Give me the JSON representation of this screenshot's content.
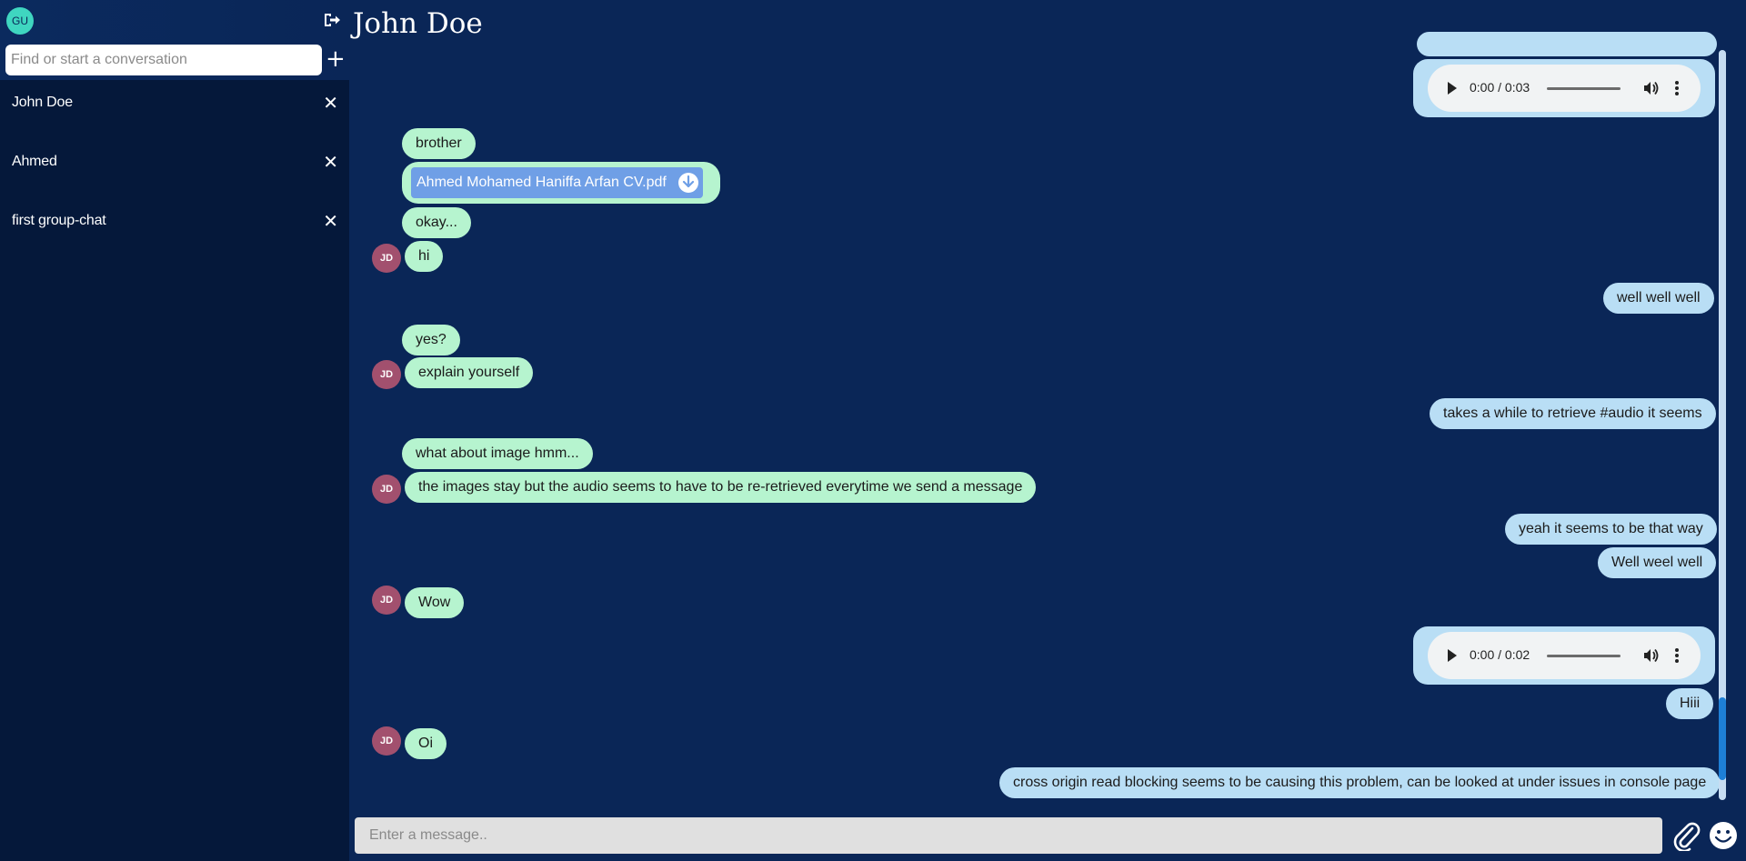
{
  "user": {
    "initials": "GU"
  },
  "search": {
    "placeholder": "Find or start a conversation"
  },
  "conversations": [
    {
      "name": "John Doe"
    },
    {
      "name": "Ahmed"
    },
    {
      "name": "first group-chat"
    }
  ],
  "chat": {
    "title": "John Doe",
    "contact_initials": "JD",
    "audio_1_time": "0:00 / 0:03",
    "audio_2_time": "0:00 / 0:02",
    "file_name": "Ahmed Mohamed Haniffa Arfan CV.pdf",
    "messages": {
      "m_brother": "brother",
      "m_okay": "okay...",
      "m_hi": "hi",
      "m_wellwell": "well well well",
      "m_yes": "yes?",
      "m_explain": "explain yourself",
      "m_takes": "takes a while to retrieve #audio it seems",
      "m_image": "what about image hmm...",
      "m_images_stay": "the images stay but the audio seems to have to be re-retrieved everytime we send a message",
      "m_yeah": "yeah it seems to be that way",
      "m_weel": "Well weel well",
      "m_wow": "Wow",
      "m_hiii": "Hiii",
      "m_oi": "Oi",
      "m_cors": "cross origin read blocking seems to be causing this problem, can be looked at under issues in console page"
    }
  },
  "composer": {
    "placeholder": "Enter a message.."
  },
  "scroll": {
    "position": 0.97,
    "visible_fraction": 0.11
  },
  "colors": {
    "background": "#0a2657",
    "sidebar": "#05183a",
    "incoming_bubble": "#b6f4cf",
    "outgoing_bubble": "#b9def5",
    "avatar": "#a2506e"
  }
}
